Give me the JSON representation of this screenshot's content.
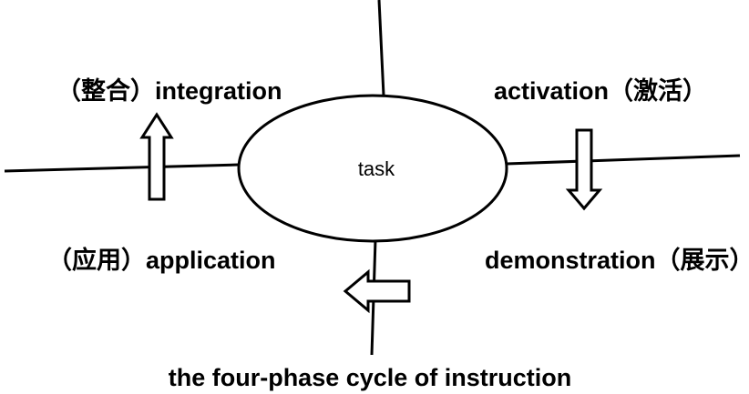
{
  "diagram": {
    "center_label": "task",
    "quadrants": {
      "integration": "（整合）integration",
      "activation": "activation（激活）",
      "application": "（应用）application",
      "demonstration": "demonstration（展示）"
    },
    "caption": "the four-phase cycle of instruction"
  },
  "colors": {
    "stroke": "#000000",
    "background": "#ffffff"
  }
}
